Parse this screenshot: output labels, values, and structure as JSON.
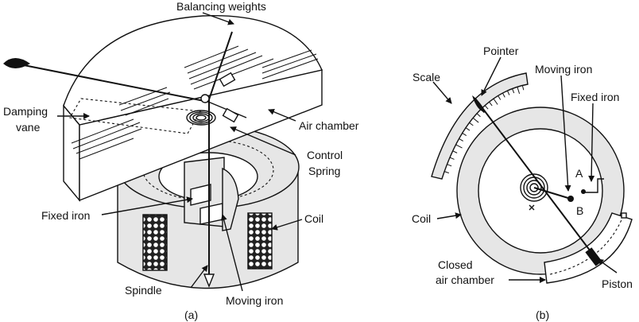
{
  "diagram_a": {
    "caption": "(a)",
    "labels": {
      "balancing_weights": "Balancing weights",
      "damping_vane_line1": "Damping",
      "damping_vane_line2": "vane",
      "air_chamber": "Air chamber",
      "control_spring_line1": "Control",
      "control_spring_line2": "Spring",
      "fixed_iron": "Fixed iron",
      "coil": "Coil",
      "spindle": "Spindle",
      "moving_iron": "Moving iron"
    }
  },
  "diagram_b": {
    "caption": "(b)",
    "labels": {
      "pointer": "Pointer",
      "scale": "Scale",
      "moving_iron": "Moving iron",
      "fixed_iron": "Fixed iron",
      "point_a": "A",
      "point_b": "B",
      "coil": "Coil",
      "closed_air_chamber_line1": "Closed",
      "closed_air_chamber_line2": "air chamber",
      "piston": "Piston"
    }
  }
}
